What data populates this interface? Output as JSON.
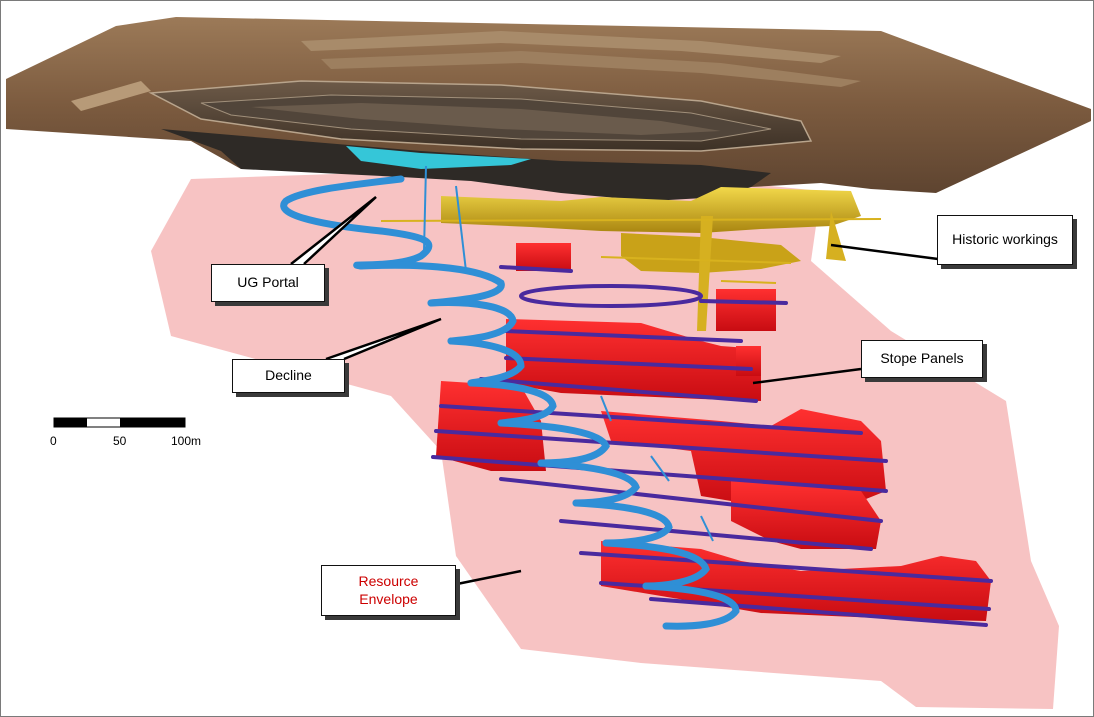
{
  "labels": {
    "ug_portal": "UG Portal",
    "decline": "Decline",
    "historic_workings": "Historic workings",
    "stope_panels": "Stope Panels",
    "resource_envelope": "Resource\nEnvelope"
  },
  "scale_bar": {
    "tick_0": "0",
    "tick_50": "50",
    "tick_100": "100m"
  },
  "colors": {
    "resource_envelope": "#f6b8b8",
    "stope": "#e8151c",
    "level_drive": "#4a2a9e",
    "decline": "#2f8fd6",
    "historic": "#d8b21e",
    "pit_water": "#35c6d8",
    "terrain": "#7a5a3e",
    "resource_label_text": "#cc0000"
  }
}
